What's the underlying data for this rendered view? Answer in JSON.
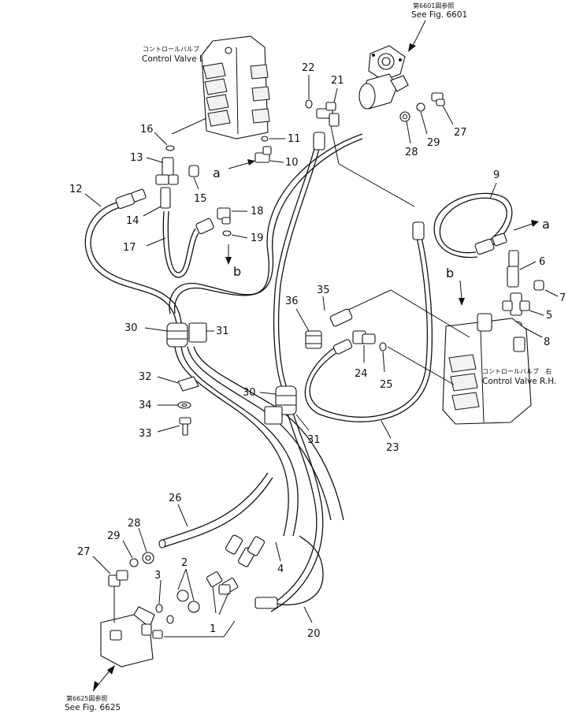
{
  "references": {
    "top": {
      "jp": "第6601図参照",
      "en": "See Fig. 6601"
    },
    "bottom": {
      "jp": "第6625図参照",
      "en": "See Fig. 6625"
    }
  },
  "valves": {
    "left": {
      "jp": "コントロールバルブ　左",
      "en": "Control Valve L.H."
    },
    "right": {
      "jp": "コントロールバルブ　右",
      "en": "Control Valve R.H."
    }
  },
  "markers": {
    "a": "a",
    "b": "b"
  },
  "callouts": {
    "n1": "1",
    "n2": "2",
    "n3": "3",
    "n4": "4",
    "n5": "5",
    "n6": "6",
    "n7": "7",
    "n8": "8",
    "n9": "9",
    "n10": "10",
    "n11": "11",
    "n12": "12",
    "n13": "13",
    "n14": "14",
    "n15": "15",
    "n16": "16",
    "n17": "17",
    "n18": "18",
    "n19": "19",
    "n20": "20",
    "n21": "21",
    "n22": "22",
    "n23": "23",
    "n24": "24",
    "n25": "25",
    "n26": "26",
    "n27": "27",
    "n27b": "27",
    "n28": "28",
    "n28b": "28",
    "n29": "29",
    "n29b": "29",
    "n30": "30",
    "n30b": "30",
    "n31": "31",
    "n31b": "31",
    "n32": "32",
    "n33": "33",
    "n34": "34",
    "n35": "35",
    "n36": "36"
  }
}
